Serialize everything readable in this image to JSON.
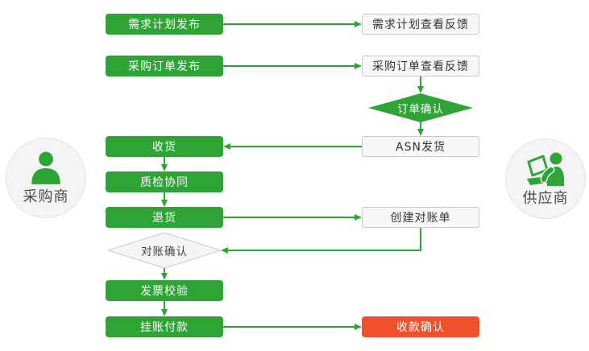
{
  "colors": {
    "green": "#2ea336",
    "red": "#f1502f",
    "plain_node_bg": "#f8f8f8",
    "plain_node_border": "#c9c9c9",
    "actor_circle_bg": "#f4f4f4"
  },
  "actors": {
    "buyer": {
      "label": "采购商"
    },
    "supplier": {
      "label": "供应商"
    }
  },
  "nodes": {
    "demand_plan_publish": {
      "label": "需求计划发布"
    },
    "purchase_order_publish": {
      "label": "采购订单发布"
    },
    "receive_goods": {
      "label": "收货"
    },
    "quality_check": {
      "label": "质检协同"
    },
    "return_goods": {
      "label": "退货"
    },
    "statement_confirm": {
      "label": "对账确认"
    },
    "invoice_check": {
      "label": "发票校验"
    },
    "pending_payment": {
      "label": "挂账付款"
    },
    "demand_plan_feedback": {
      "label": "需求计划查看反馈"
    },
    "purchase_order_feedback": {
      "label": "采购订单查看反馈"
    },
    "order_confirm": {
      "label": "订单确认"
    },
    "asn_shipping": {
      "label": "ASN发货"
    },
    "create_statement": {
      "label": "创建对账单"
    },
    "payment_confirm": {
      "label": "收款确认"
    }
  },
  "edges": [
    {
      "from": "demand_plan_publish",
      "to": "demand_plan_feedback"
    },
    {
      "from": "purchase_order_publish",
      "to": "purchase_order_feedback"
    },
    {
      "from": "purchase_order_feedback",
      "to": "order_confirm"
    },
    {
      "from": "order_confirm",
      "to": "asn_shipping"
    },
    {
      "from": "asn_shipping",
      "to": "receive_goods"
    },
    {
      "from": "receive_goods",
      "to": "quality_check"
    },
    {
      "from": "quality_check",
      "to": "return_goods"
    },
    {
      "from": "return_goods",
      "to": "create_statement"
    },
    {
      "from": "create_statement",
      "to": "statement_confirm"
    },
    {
      "from": "statement_confirm",
      "to": "invoice_check"
    },
    {
      "from": "invoice_check",
      "to": "pending_payment"
    },
    {
      "from": "pending_payment",
      "to": "payment_confirm"
    }
  ]
}
